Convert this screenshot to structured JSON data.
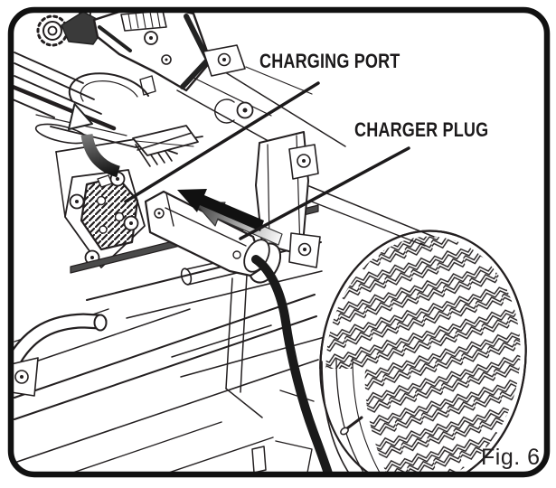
{
  "figure": {
    "caption": "Fig. 6",
    "labels": {
      "charging_port": "CHARGING PORT",
      "charger_plug": "CHARGER PLUG"
    },
    "icons": {
      "lift_arrow": "curved-arrow-open-cover",
      "insert_arrow": "arrow-plug-insertion-direction"
    },
    "colors": {
      "ink": "#231f20",
      "background": "#ffffff",
      "cable": "#1a1a1a",
      "border": "#111111"
    }
  }
}
